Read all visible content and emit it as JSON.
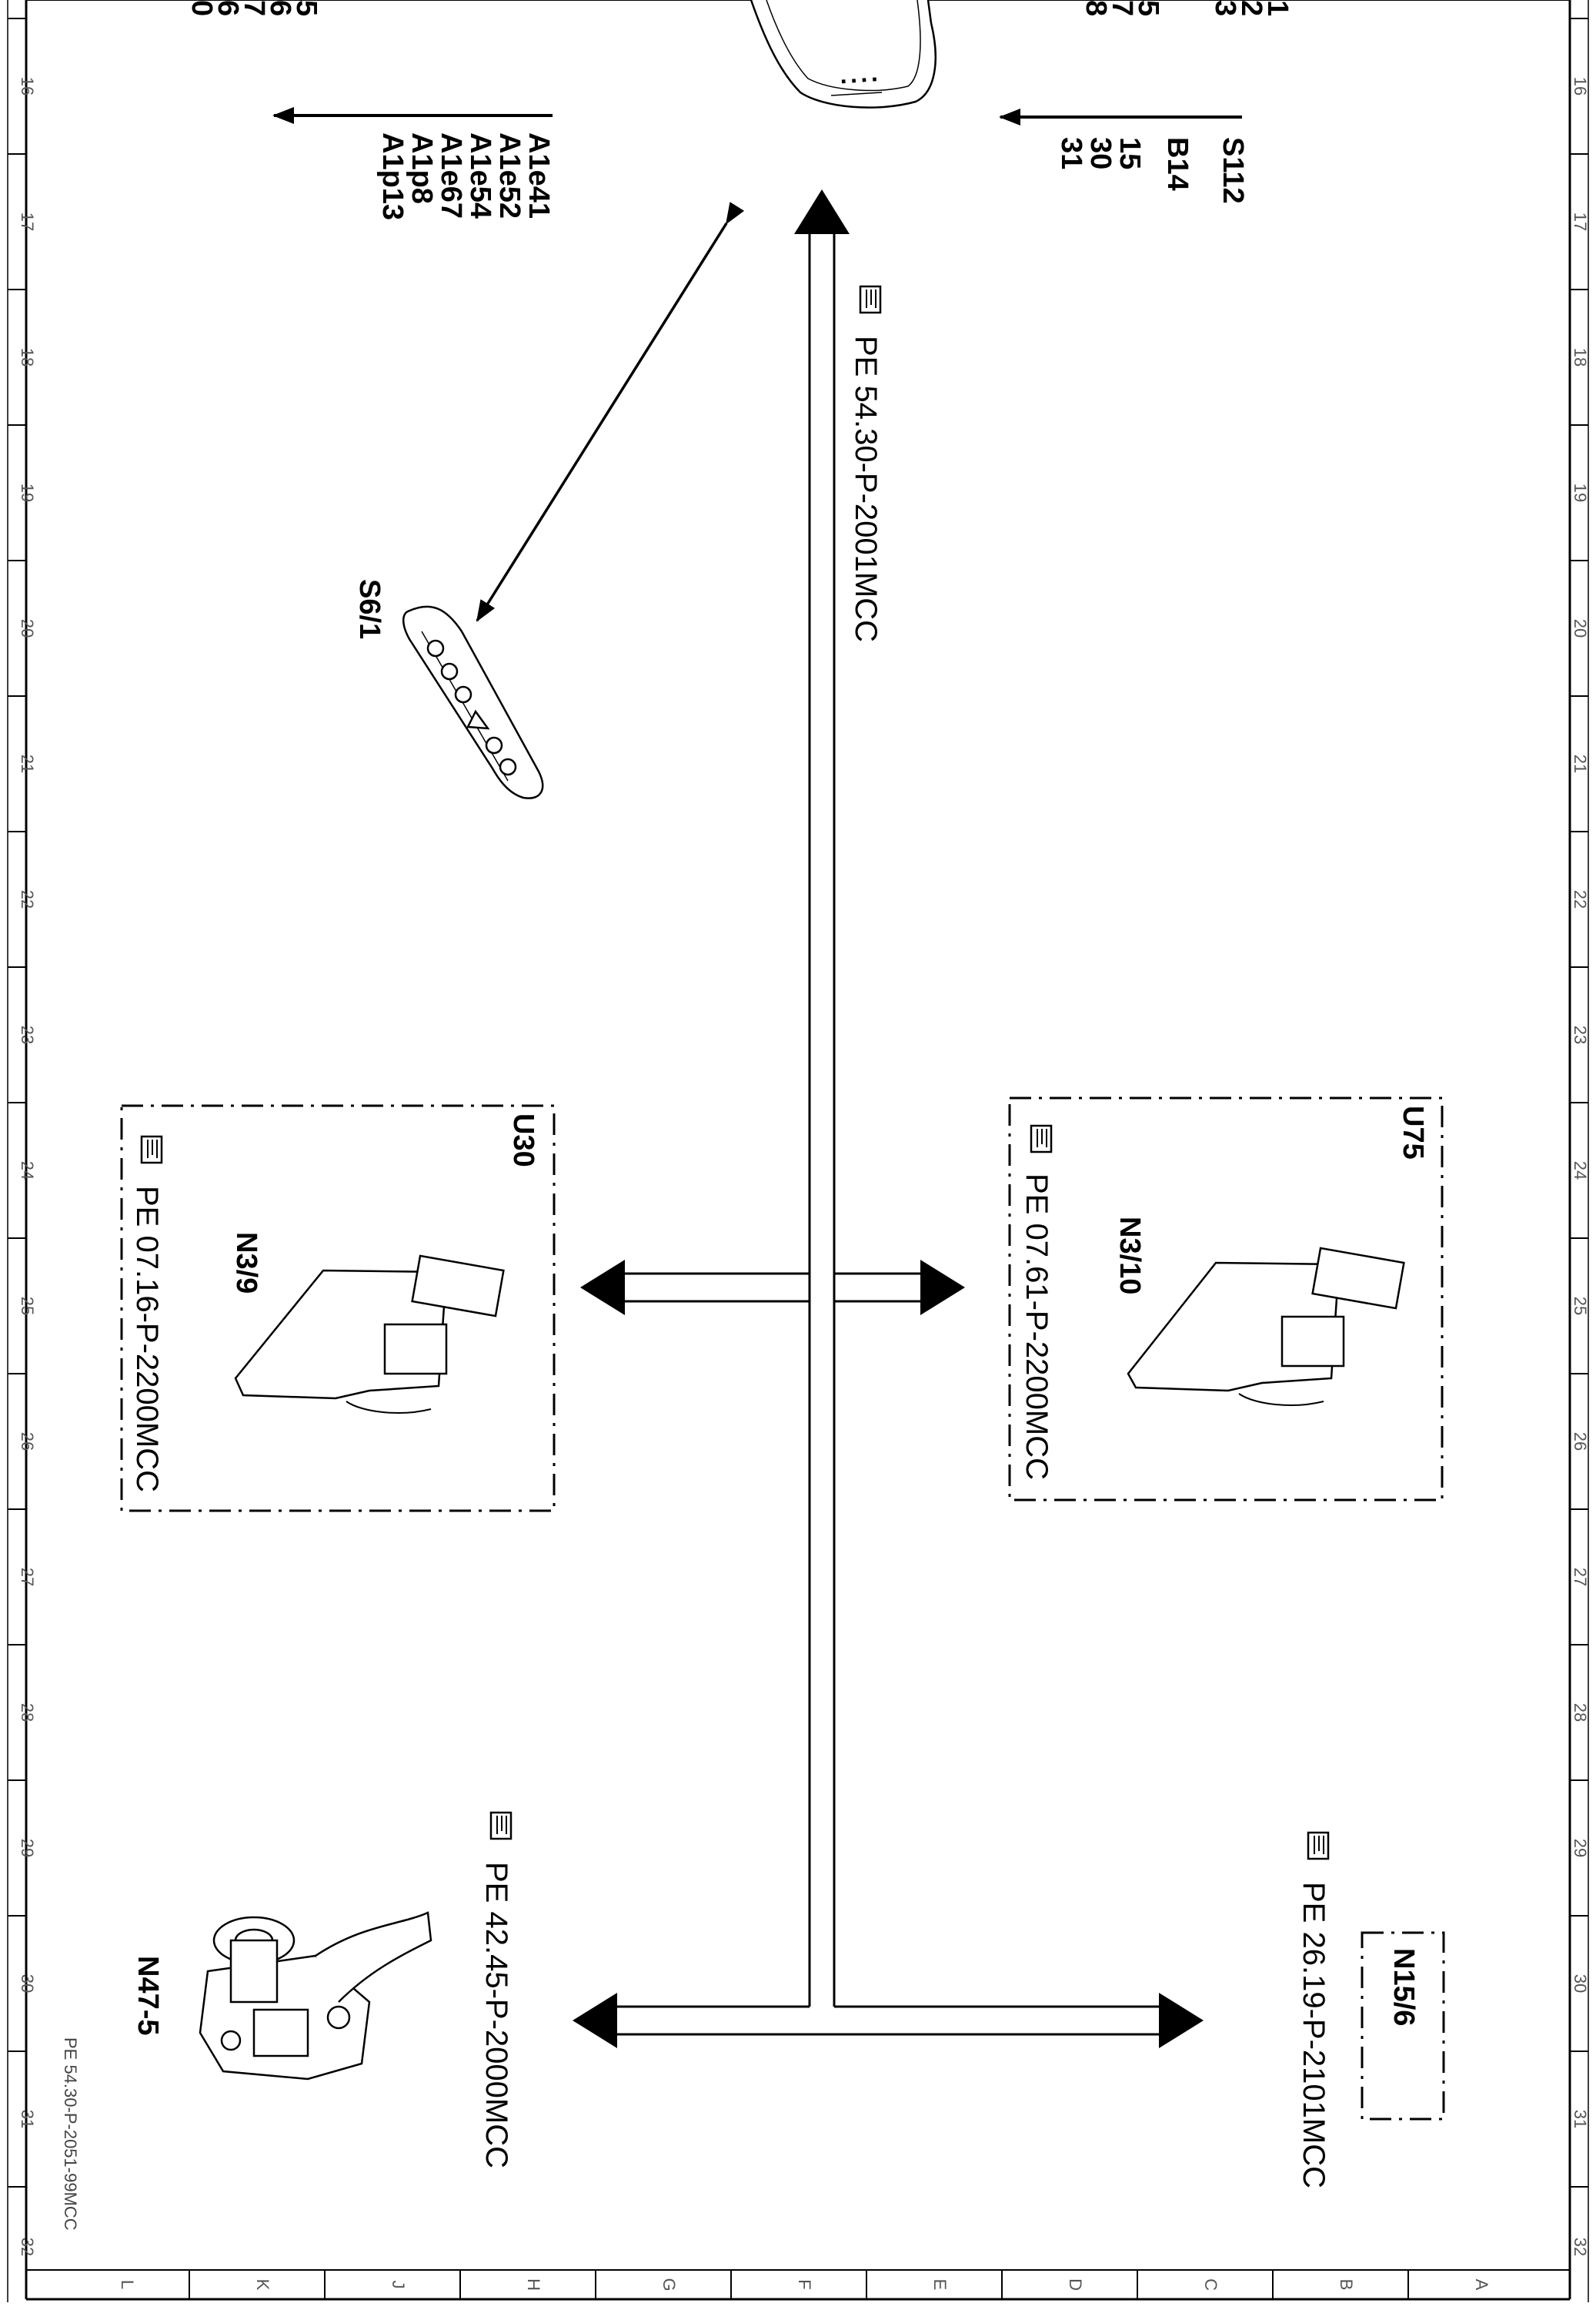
{
  "grid": {
    "rows": [
      "16",
      "17",
      "18",
      "19",
      "20",
      "21",
      "22",
      "23",
      "24",
      "25",
      "26",
      "27",
      "28",
      "29",
      "30",
      "31",
      "32"
    ],
    "columns": [
      "L",
      "K",
      "J",
      "H",
      "G",
      "F",
      "E",
      "D",
      "C",
      "B",
      "A"
    ]
  },
  "partial_top_left_labels": [
    "5",
    "6",
    "7",
    "6",
    "0"
  ],
  "partial_top_right_labels": [
    "1",
    "2",
    "3",
    "5",
    "7",
    "8"
  ],
  "signals_left": [
    "A1e41",
    "A1e52",
    "A1e54",
    "A1e67",
    "A1p8",
    "A1p13"
  ],
  "signals_right": [
    "S112",
    "B14",
    "15",
    "30",
    "31"
  ],
  "bus_reference": "PE 54.30-P-2001MCC",
  "components": {
    "s6_1": {
      "label": "S6/1"
    },
    "u30": {
      "box_label": "U30",
      "module": "N3/9",
      "reference": "PE 07.16-P-2200MCC"
    },
    "u75": {
      "box_label": "U75",
      "module": "N3/10",
      "reference": "PE 07.61-P-2200MCC"
    },
    "n47_5": {
      "label": "N47-5",
      "reference": "PE 42.45-P-2000MCC"
    },
    "n15_6": {
      "label": "N15/6",
      "reference": "PE 26.19-P-2101MCC"
    }
  },
  "footer_code": "PE 54.30-P-2051-99MCC"
}
